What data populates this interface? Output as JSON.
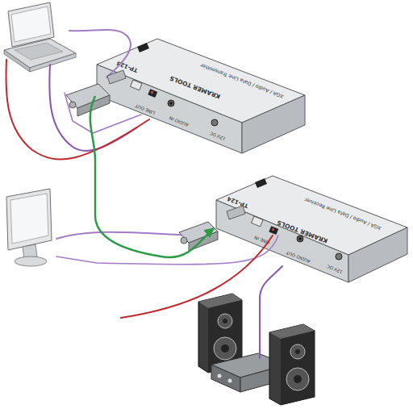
{
  "diagram": {
    "nodes": [
      {
        "text": [
          "TP-123",
          "KRAMER TOOLS",
          "XGA / Audio / Data Line Transmitter",
          "LINE OUT",
          "AUDIO IN",
          "12V DC"
        ]
      },
      {
        "text": [
          "TP-124",
          "KRAMER TOOLS",
          "XGA / Audio / Data Line Receiver",
          "LINE IN",
          "AUDIO OUT",
          "12V DC"
        ]
      }
    ],
    "edges": [
      {
        "from": 0,
        "to": 1,
        "arrow": "to"
      }
    ]
  }
}
